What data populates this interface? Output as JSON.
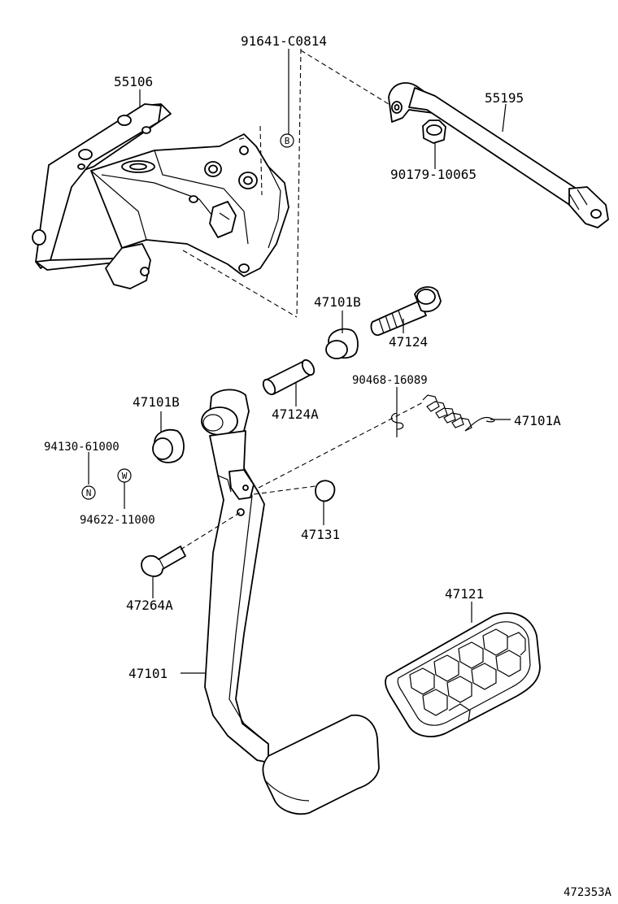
{
  "labels": {
    "bolt_top": "91641-C0814",
    "bracket": "55106",
    "rod": "55195",
    "nut": "90179-10065",
    "bushing_upper": "47101B",
    "bolt_pivot": "47124",
    "clip_code": "90468-16089",
    "collar": "47124A",
    "bushing_left": "47101B",
    "spring": "47101A",
    "code_n": "94130-61000",
    "code_w": "94622-11000",
    "stopper": "47131",
    "pin": "47264A",
    "pad": "47121",
    "pedal": "47101"
  },
  "circle_marks": {
    "b": "B",
    "n": "N",
    "w": "W"
  },
  "diagram_id": "472353A"
}
